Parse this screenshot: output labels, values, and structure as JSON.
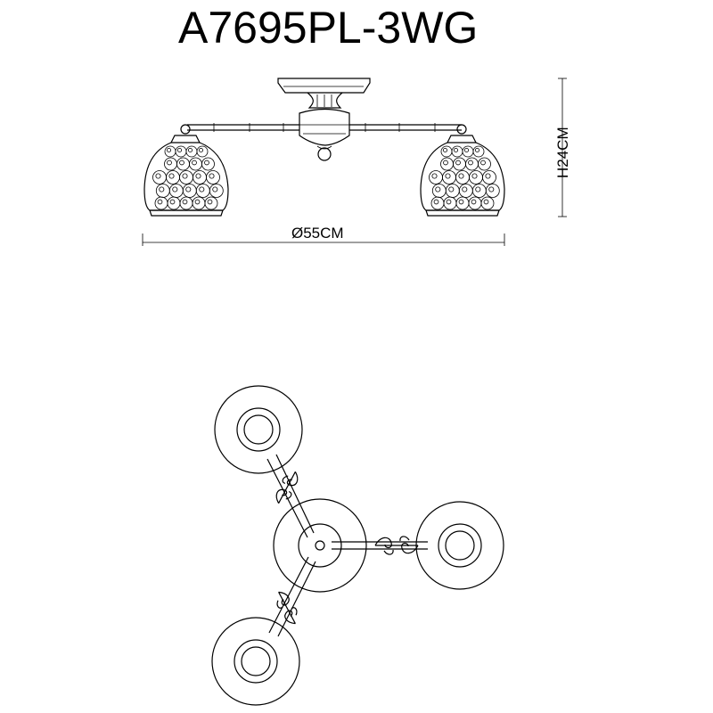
{
  "title": "A7695PL-3WG",
  "dimensions": {
    "width_label": "Ø55CM",
    "height_label": "H24CM"
  }
}
